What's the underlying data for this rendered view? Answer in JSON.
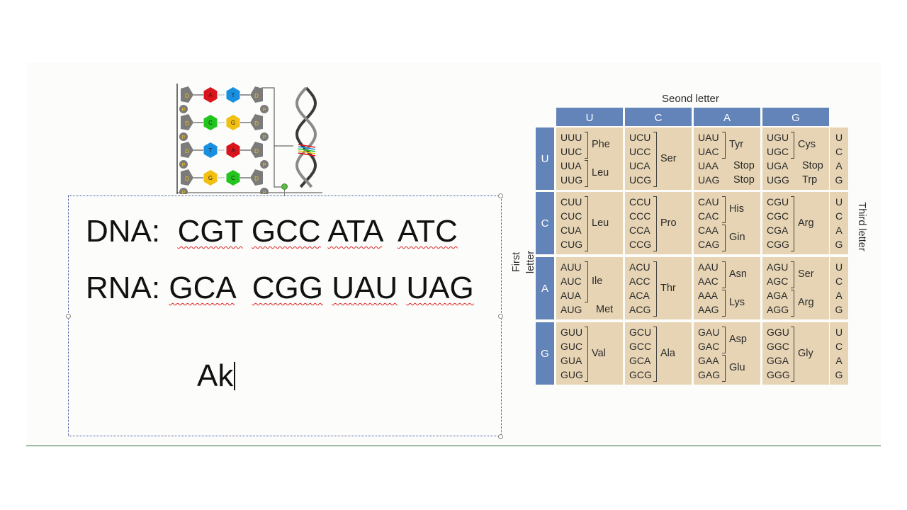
{
  "slide": {
    "lines": [
      {
        "prefix": "DNA:  ",
        "words": [
          "CGT",
          " ",
          "GCC",
          " ",
          "ATA",
          "  ",
          "ATC"
        ]
      },
      {
        "prefix": "RNA: ",
        "words": [
          "GCA",
          "  ",
          "CGG",
          " ",
          "UAU",
          " ",
          "UAG"
        ]
      }
    ],
    "typing": "Ak"
  },
  "dna_figure": {
    "pairs": [
      [
        "A",
        "T"
      ],
      [
        "C",
        "G"
      ],
      [
        "T",
        "A"
      ],
      [
        "G",
        "C"
      ]
    ],
    "backbone_labels": [
      "P",
      "D"
    ]
  },
  "codon_table": {
    "title": "Seond letter",
    "first_label": "First letter",
    "third_label": "Third letter",
    "bases": [
      "U",
      "C",
      "A",
      "G"
    ],
    "colors": {
      "header": "#6384b8",
      "cell": "#e6d4b4"
    },
    "cells": [
      [
        {
          "codons": [
            "UUU",
            "UUC",
            "UUA",
            "UUG"
          ],
          "aa": [
            {
              "name": "Phe",
              "rows": [
                0,
                1
              ]
            },
            {
              "name": "Leu",
              "rows": [
                2,
                3
              ]
            }
          ]
        },
        {
          "codons": [
            "UCU",
            "UCC",
            "UCA",
            "UCG"
          ],
          "aa": [
            {
              "name": "Ser",
              "rows": [
                0,
                3
              ]
            }
          ]
        },
        {
          "codons": [
            "UAU",
            "UAC",
            "UAA",
            "UAG"
          ],
          "aa": [
            {
              "name": "Tyr",
              "rows": [
                0,
                1
              ]
            },
            {
              "name": "Stop",
              "rows": [
                2,
                2
              ]
            },
            {
              "name": "Stop",
              "rows": [
                3,
                3
              ]
            }
          ]
        },
        {
          "codons": [
            "UGU",
            "UGC",
            "UGA",
            "UGG"
          ],
          "aa": [
            {
              "name": "Cys",
              "rows": [
                0,
                1
              ]
            },
            {
              "name": "Stop",
              "rows": [
                2,
                2
              ]
            },
            {
              "name": "Trp",
              "rows": [
                3,
                3
              ]
            }
          ]
        }
      ],
      [
        {
          "codons": [
            "CUU",
            "CUC",
            "CUA",
            "CUG"
          ],
          "aa": [
            {
              "name": "Leu",
              "rows": [
                0,
                3
              ]
            }
          ]
        },
        {
          "codons": [
            "CCU",
            "CCC",
            "CCA",
            "CCG"
          ],
          "aa": [
            {
              "name": "Pro",
              "rows": [
                0,
                3
              ]
            }
          ]
        },
        {
          "codons": [
            "CAU",
            "CAC",
            "CAA",
            "CAG"
          ],
          "aa": [
            {
              "name": "His",
              "rows": [
                0,
                1
              ]
            },
            {
              "name": "Gin",
              "rows": [
                2,
                3
              ]
            }
          ]
        },
        {
          "codons": [
            "CGU",
            "CGC",
            "CGA",
            "CGG"
          ],
          "aa": [
            {
              "name": "Arg",
              "rows": [
                0,
                3
              ]
            }
          ]
        }
      ],
      [
        {
          "codons": [
            "AUU",
            "AUC",
            "AUA",
            "AUG"
          ],
          "aa": [
            {
              "name": "Ile",
              "rows": [
                0,
                2
              ]
            },
            {
              "name": "Met",
              "rows": [
                3,
                3
              ]
            }
          ]
        },
        {
          "codons": [
            "ACU",
            "ACC",
            "ACA",
            "ACG"
          ],
          "aa": [
            {
              "name": "Thr",
              "rows": [
                0,
                3
              ]
            }
          ]
        },
        {
          "codons": [
            "AAU",
            "AAC",
            "AAA",
            "AAG"
          ],
          "aa": [
            {
              "name": "Asn",
              "rows": [
                0,
                1
              ]
            },
            {
              "name": "Lys",
              "rows": [
                2,
                3
              ]
            }
          ]
        },
        {
          "codons": [
            "AGU",
            "AGC",
            "AGA",
            "AGG"
          ],
          "aa": [
            {
              "name": "Ser",
              "rows": [
                0,
                1
              ]
            },
            {
              "name": "Arg",
              "rows": [
                2,
                3
              ]
            }
          ]
        }
      ],
      [
        {
          "codons": [
            "GUU",
            "GUC",
            "GUA",
            "GUG"
          ],
          "aa": [
            {
              "name": "Val",
              "rows": [
                0,
                3
              ]
            }
          ]
        },
        {
          "codons": [
            "GCU",
            "GCC",
            "GCA",
            "GCG"
          ],
          "aa": [
            {
              "name": "Ala",
              "rows": [
                0,
                3
              ]
            }
          ]
        },
        {
          "codons": [
            "GAU",
            "GAC",
            "GAA",
            "GAG"
          ],
          "aa": [
            {
              "name": "Asp",
              "rows": [
                0,
                1
              ]
            },
            {
              "name": "Glu",
              "rows": [
                2,
                3
              ]
            }
          ]
        },
        {
          "codons": [
            "GGU",
            "GGC",
            "GGA",
            "GGG"
          ],
          "aa": [
            {
              "name": "Gly",
              "rows": [
                0,
                3
              ]
            }
          ]
        }
      ]
    ]
  }
}
